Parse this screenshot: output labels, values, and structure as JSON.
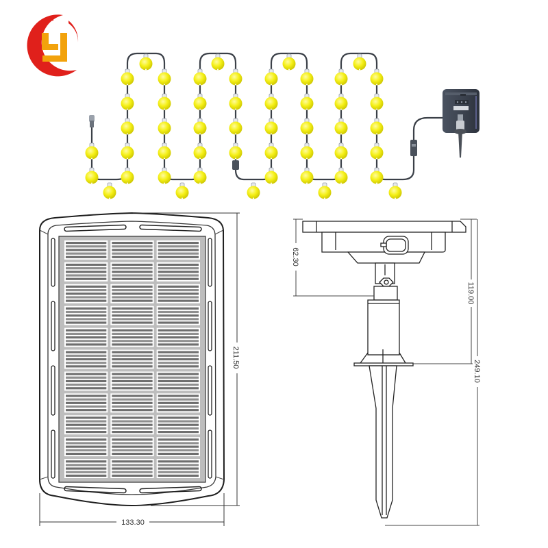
{
  "logo": {
    "letter": "Y",
    "ring_color": "#e0201b",
    "letter_color": "#f2a20c"
  },
  "light_string": {
    "bulb_color": "#f5f016",
    "wire_color": "#3b4048",
    "loops": 4,
    "bulb_count": 50
  },
  "solar_box": {
    "body_color": "#3d4450"
  },
  "panel_drawing": {
    "width_label": "133.30",
    "height_label": "211.50",
    "cell_columns": 3,
    "cell_rows": 11
  },
  "side_drawing": {
    "head_height_label": "62.30",
    "to_flange_label": "119.00",
    "total_height_label": "249.10"
  }
}
